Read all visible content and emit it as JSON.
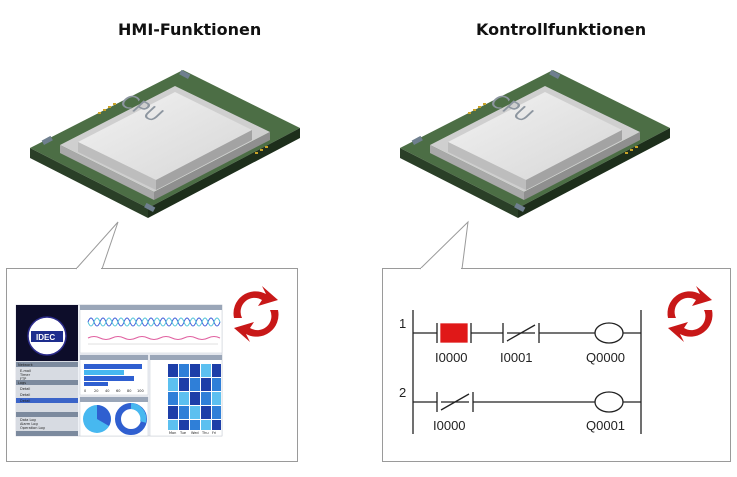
{
  "titles": {
    "left": "HMI-Funktionen",
    "right": "Kontrollfunktionen"
  },
  "cpu_label": "CPU",
  "hmi_screen": {
    "logo": "IDEC",
    "menu_items": [
      "Network",
      "E-mail",
      "Timer",
      "FTP",
      "Logs",
      "Detail",
      "Detail",
      "Detail",
      "Data Log",
      "Alarm Log",
      "Operation Log"
    ],
    "heat_map_days": [
      "Mon",
      "Tue",
      "Wed",
      "Thu",
      "Fri"
    ],
    "bar_axis": [
      "0",
      "20",
      "40",
      "60",
      "80",
      "100"
    ]
  },
  "ladder": {
    "rungs": [
      {
        "number": "1",
        "contacts": [
          {
            "label": "I0000",
            "type": "NO-active"
          },
          {
            "label": "I0001",
            "type": "NC"
          }
        ],
        "coil": "Q0000"
      },
      {
        "number": "2",
        "contacts": [
          {
            "label": "I0000",
            "type": "NC"
          }
        ],
        "coil": "Q0001"
      }
    ]
  },
  "colors": {
    "active_contact": "#e01818",
    "cycle_arrows": "#c81818",
    "pcb": "#2d4a2a",
    "cpu_cap": "#dcdcdc"
  }
}
